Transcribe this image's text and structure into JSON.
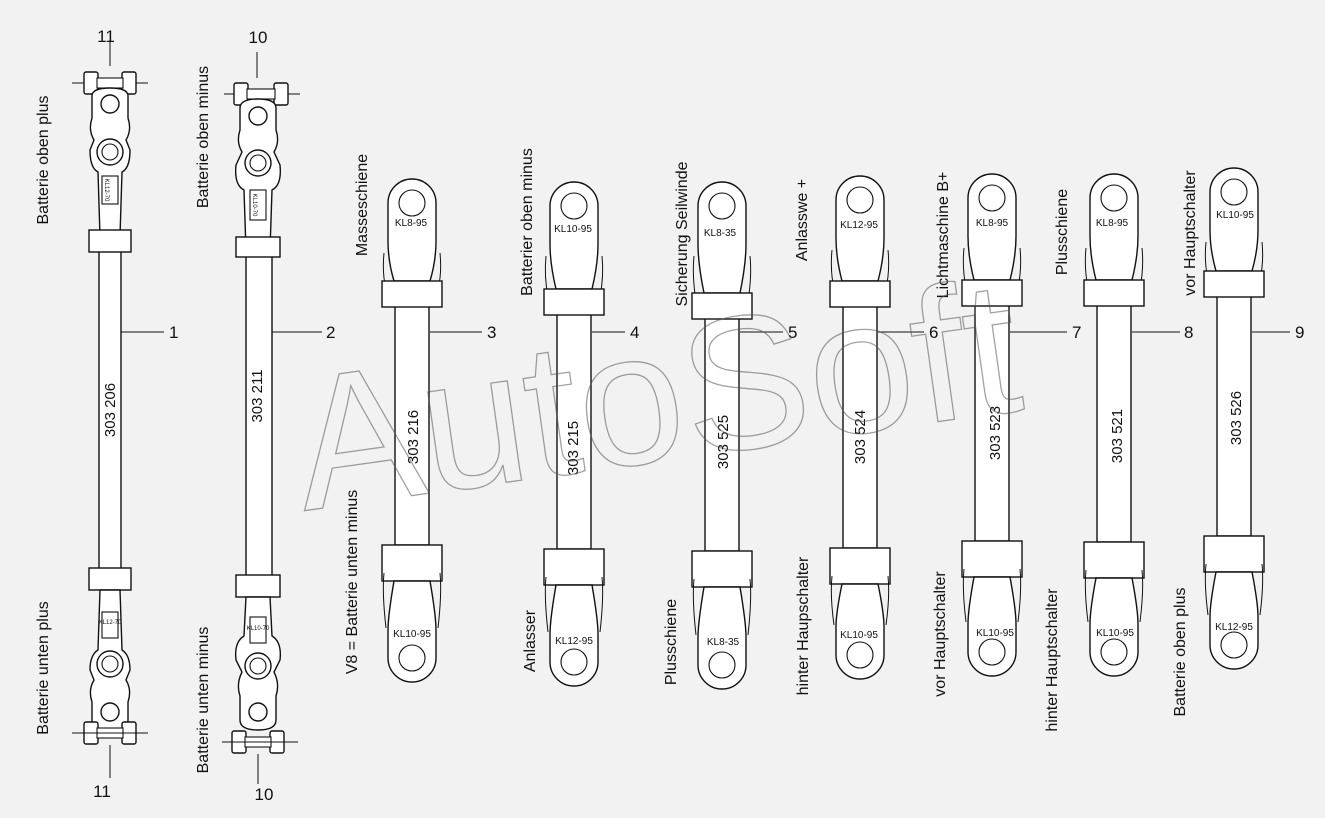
{
  "watermark": "AutoSoft",
  "cables": [
    {
      "id": "1",
      "part": "303 206",
      "top_label": "Batterie oben plus",
      "bottom_label": "Batterie unten plus",
      "terminal_no": "11",
      "marking": "KL12-70"
    },
    {
      "id": "2",
      "part": "303 211",
      "top_label": "Batterie oben minus",
      "bottom_label": "Batterie unten minus",
      "terminal_no": "10",
      "marking": "KL10-70"
    },
    {
      "id": "3",
      "part": "303 216",
      "top_label": "Masseschiene",
      "bottom_label": "V8  = Batterie unten minus",
      "top_lug": "KL8-95",
      "bottom_lug": "KL10-95"
    },
    {
      "id": "4",
      "part": "303 215",
      "top_label": "Batterier oben minus",
      "bottom_label": "Anlasser",
      "top_lug": "KL10-95",
      "bottom_lug": "KL12-95"
    },
    {
      "id": "5",
      "part": "303 525",
      "top_label": "Sicherung Seilwinde",
      "bottom_label": "Plusschiene",
      "top_lug": "KL8-35",
      "bottom_lug": "KL8-35"
    },
    {
      "id": "6",
      "part": "303 524",
      "top_label": "Anlasswe +",
      "bottom_label": "hinter Haupschalter",
      "top_lug": "KL12-95",
      "bottom_lug": "KL10-95"
    },
    {
      "id": "7",
      "part": "303 523",
      "top_label": "Lichtmaschine B+",
      "bottom_label": "vor Hauptschalter",
      "top_lug": "KL8-95",
      "bottom_lug": "KL10-95"
    },
    {
      "id": "8",
      "part": "303 521",
      "top_label": "Plusschiene",
      "bottom_label": "hinter Hauptschalter",
      "top_lug": "KL8-95",
      "bottom_lug": "KL10-95"
    },
    {
      "id": "9",
      "part": "303 526",
      "top_label": "vor Hauptschalter",
      "bottom_label": "Batterie oben plus",
      "top_lug": "KL10-95",
      "bottom_lug": "KL12-95"
    }
  ]
}
